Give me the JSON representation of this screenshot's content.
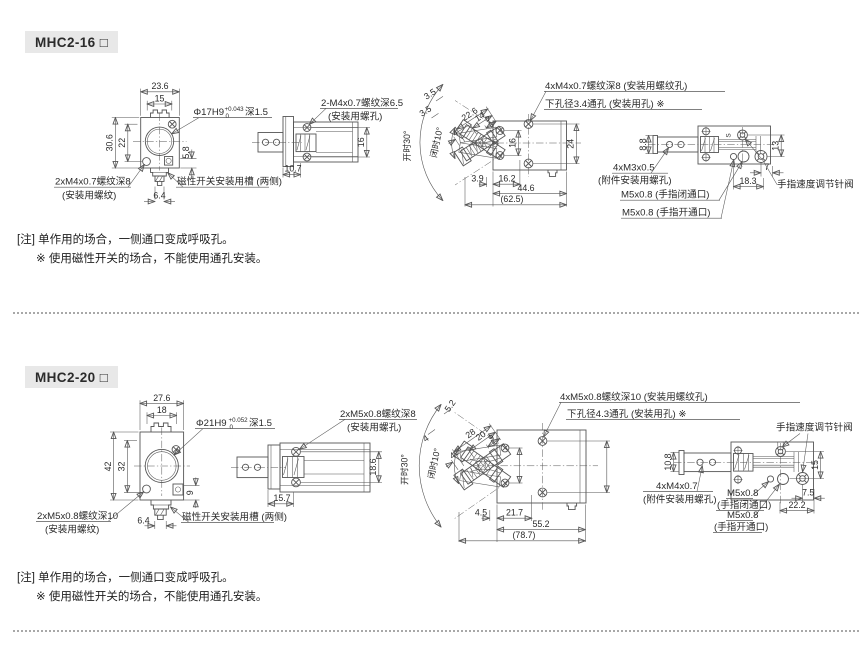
{
  "page": {
    "background": "#ffffff",
    "line_color": "#565656",
    "badge_bg": "#e8e8e8"
  },
  "s16": {
    "title": "MHC2-16 □",
    "front": {
      "w": "23.6",
      "iw": "15",
      "h": "30.6",
      "ih": "22",
      "r": "5.8",
      "slot": "6.4",
      "bore": "Φ17H9",
      "tol_up": "+0.043",
      "tol_dn": "0",
      "depth": "深1.5",
      "thread1": "2xM4x0.7螺纹深8",
      "thread2": "(安装用螺纹)",
      "switch": "磁性开关安装用槽 (两侧)"
    },
    "side": {
      "thread1": "2-M4x0.7螺纹深6.5",
      "thread2": "(安装用螺孔)",
      "b": "10.7",
      "r": "16"
    },
    "plan": {
      "lab1": "4xM4x0.7螺纹深8 (安装用螺纹孔)",
      "lab2": "下孔径3.4通孔 (安装用孔) ※",
      "len": "22.6",
      "l2": "14",
      "l3": "7",
      "l4": "4",
      "w1": "3.5",
      "w2": "3.5",
      "open": "开时30°",
      "close": "闭时10°",
      "v1": "16",
      "v2": "24",
      "b1": "3.9",
      "b2": "16.2",
      "b3": "44.6",
      "b4": "(62.5)"
    },
    "bottom": {
      "att1": "4xM3x0.5",
      "att2": "(附件安装用螺孔)",
      "close": "M5x0.8 (手指闭通口)",
      "open": "M5x0.8 (手指开通口)",
      "needle": "手指速度调节针阀",
      "s": "S",
      "h": "8.8",
      "v": "13",
      "d1": "7",
      "d2": "18.3"
    },
    "note1": "[注] 单作用的场合，一侧通口变成呼吸孔。",
    "note2": "※ 使用磁性开关的场合，不能使用通孔安装。"
  },
  "s20": {
    "title": "MHC2-20 □",
    "front": {
      "w": "27.6",
      "iw": "18",
      "h": "42",
      "ih": "32",
      "r": "9",
      "slot": "6.4",
      "bore": "Φ21H9",
      "tol_up": "+0.052",
      "tol_dn": "0",
      "depth": "深1.5",
      "thread1": "2xM5x0.8螺纹深10",
      "thread2": "(安装用螺纹)",
      "switch": "磁性开关安装用槽 (两侧)"
    },
    "side": {
      "thread1": "2xM5x0.8螺纹深8",
      "thread2": "(安装用螺孔)",
      "b": "15.7",
      "r": "18.6"
    },
    "plan": {
      "lab1": "4xM5x0.8螺纹深10 (安装用螺纹孔)",
      "lab2": "下孔径4.3通孔 (安装用孔) ※",
      "len": "28",
      "l2": "20",
      "l3": "9",
      "l4": "4",
      "w1": "5.2",
      "w2": "4",
      "open": "开时30°",
      "close": "闭时10°",
      "b1": "4.5",
      "b2": "21.7",
      "b3": "55.2",
      "b4": "(78.7)"
    },
    "bottom": {
      "att1": "4xM4x0.7",
      "att2": "(附件安装用螺孔)",
      "close1": "M5x0.8",
      "close2": "(手指闭通口)",
      "open1": "M5x0.8",
      "open2": "(手指开通口)",
      "needle": "手指速度调节针阀",
      "h": "10.8",
      "v": "15",
      "d1": "7.5",
      "d2": "22.2"
    },
    "note1": "[注] 单作用的场合，一侧通口变成呼吸孔。",
    "note2": "※ 使用磁性开关的场合，不能使用通孔安装。"
  }
}
